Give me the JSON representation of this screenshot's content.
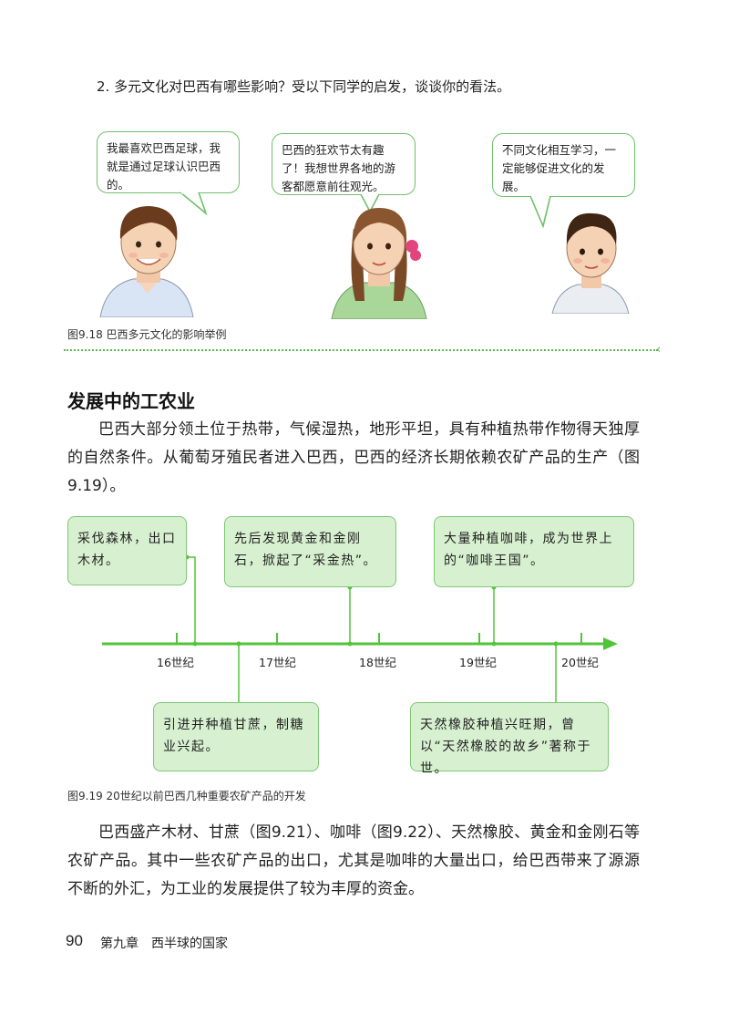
{
  "question": "2. 多元文化对巴西有哪些影响？受以下同学的启发，谈谈你的看法。",
  "bubbles": [
    {
      "text": "我最喜欢巴西足球，我就是通过足球认识巴西的。"
    },
    {
      "text": "巴西的狂欢节太有趣了！我想世界各地的游客都愿意前往观光。"
    },
    {
      "text": "不同文化相互学习，一定能够促进文化的发展。"
    }
  ],
  "figure_9_18_caption": "图9.18  巴西多元文化的影响举例",
  "section_heading": "发展中的工农业",
  "paragraph1": "巴西大部分领土位于热带，气候湿热，地形平坦，具有种植热带作物得天独厚的自然条件。从葡萄牙殖民者进入巴西，巴西的经济长期依赖农矿产品的生产（图9.19）。",
  "timeline": {
    "ticks": [
      "16世纪",
      "17世纪",
      "18世纪",
      "19世纪",
      "20世纪"
    ],
    "events_top": [
      {
        "text": "采伐森林，出口木材。"
      },
      {
        "text": "先后发现黄金和金刚石，掀起了“采金热”。"
      },
      {
        "text": "大量种植咖啡，成为世界上的“咖啡王国”。"
      }
    ],
    "events_bottom": [
      {
        "text": "引进并种植甘蔗，制糖业兴起。"
      },
      {
        "text": "天然橡胶种植兴旺期，曾以“天然橡胶的故乡”著称于世。"
      }
    ],
    "line_color": "#52c43a",
    "box_fill": "#d7f0d0"
  },
  "figure_9_19_caption": "图9.19  20世纪以前巴西几种重要农矿产品的开发",
  "paragraph2": "巴西盛产木材、甘蔗（图9.21）、咖啡（图9.22）、天然橡胶、黄金和金刚石等农矿产品。其中一些农矿产品的出口，尤其是咖啡的大量出口，给巴西带来了源源不断的外汇，为工业的发展提供了较为丰厚的资金。",
  "footer": {
    "page_number": "90",
    "chapter": "第九章　西半球的国家"
  },
  "colors": {
    "accent_green": "#59b54f",
    "bubble_border": "#6fc06a"
  }
}
